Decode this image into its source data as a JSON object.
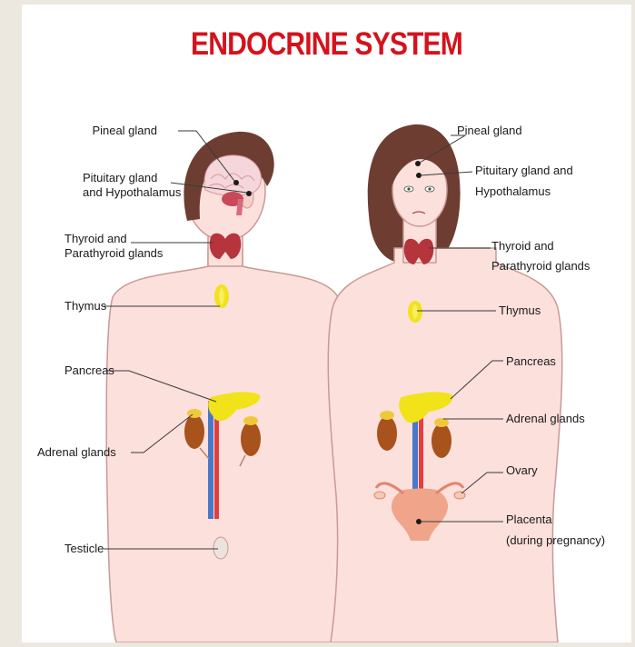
{
  "title": "ENDOCRINE SYSTEM",
  "male": {
    "labels": {
      "pineal": "Pineal gland",
      "pituitary_line1": "Pituitary gland",
      "pituitary_line2": "and Hypothalamus",
      "thyroid_line1": "Thyroid and",
      "thyroid_line2": "Parathyroid glands",
      "thymus": "Thymus",
      "pancreas": "Pancreas",
      "adrenal": "Adrenal glands",
      "testicle": "Testicle"
    }
  },
  "female": {
    "labels": {
      "pineal": "Pineal gland",
      "pituitary_line1": "Pituitary gland and",
      "pituitary_line2": "Hypothalamus",
      "thyroid_line1": "Thyroid and",
      "thyroid_line2": "Parathyroid glands",
      "thymus": "Thymus",
      "pancreas": "Pancreas",
      "adrenal": "Adrenal glands",
      "ovary": "Ovary",
      "placenta_line1": "Placenta",
      "placenta_line2": "(during pregnancy)"
    }
  },
  "colors": {
    "title": "#d4131c",
    "skin": "#fbe0dc",
    "outline": "#c99a94",
    "hair": "#6e3d31",
    "thyroid": "#b6343c",
    "thymus": "#f2e21a",
    "pancreas": "#f2e21a",
    "kidney": "#a8521c",
    "adrenal": "#efc93a",
    "artery": "#e2403e",
    "vein": "#4a78c8",
    "uterus": "#f0a58a",
    "background": "#ece8df"
  }
}
